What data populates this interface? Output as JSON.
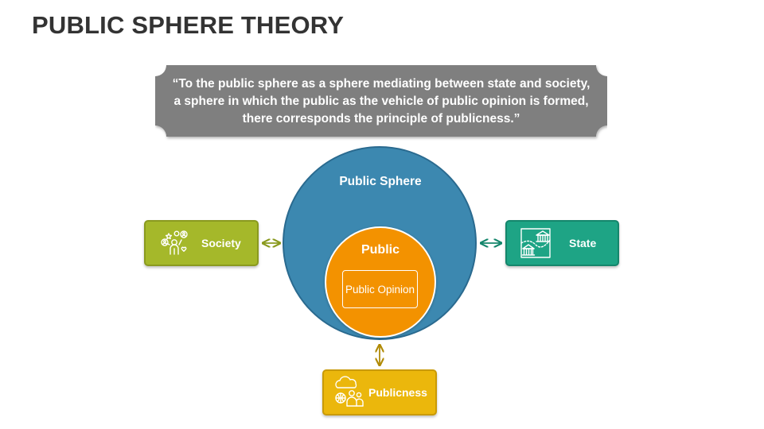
{
  "title": "PUBLIC SPHERE THEORY",
  "quote": "“To the public sphere as a sphere mediating between state and society, a sphere in which the public as the vehicle of public opinion is formed, there corresponds the principle of publicness.”",
  "diagram": {
    "outer_circle": "Public Sphere",
    "inner_circle": "Public",
    "inner_box": "Public Opinion",
    "nodes": {
      "society": {
        "label": "Society",
        "icon": "society-people-icon",
        "color": "#a5b82a"
      },
      "state": {
        "label": "State",
        "icon": "state-buildings-icon",
        "color": "#1ea485"
      },
      "publicness": {
        "label": "Publicness",
        "icon": "publicness-people-cloud-icon",
        "color": "#ebb70c"
      }
    },
    "colors": {
      "outer_circle": "#3c88b0",
      "inner_circle": "#f39200",
      "quote_banner": "#7f7f7f"
    }
  }
}
